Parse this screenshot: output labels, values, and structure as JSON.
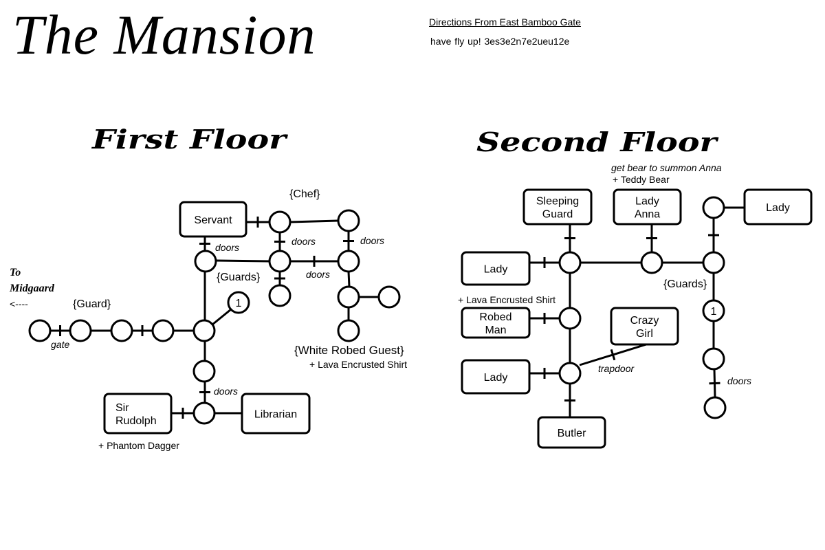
{
  "title": "The Mansion",
  "directions": {
    "heading": "Directions From East Bamboo Gate",
    "text": "have fly up!  3es3e2n7e2ueu12e"
  },
  "first_floor": {
    "title": "First Floor",
    "exit_label": [
      "To",
      "Midgaard",
      "<----"
    ],
    "rooms": [
      {
        "id": "f1",
        "label": ""
      },
      {
        "id": "f2",
        "label": ""
      },
      {
        "id": "f3",
        "label": ""
      },
      {
        "id": "f4",
        "label": ""
      },
      {
        "id": "f5",
        "label": ""
      },
      {
        "id": "f6",
        "label": "1"
      },
      {
        "id": "f7",
        "label": ""
      },
      {
        "id": "f8",
        "label": ""
      },
      {
        "id": "f9",
        "label": ""
      },
      {
        "id": "f10",
        "label": ""
      },
      {
        "id": "f11",
        "label": ""
      },
      {
        "id": "f12",
        "label": ""
      },
      {
        "id": "f13",
        "label": ""
      },
      {
        "id": "f14",
        "label": ""
      },
      {
        "id": "f15",
        "label": ""
      },
      {
        "id": "f16",
        "label": ""
      }
    ],
    "npcs": [
      {
        "id": "servant",
        "lines": [
          "Servant"
        ]
      },
      {
        "id": "rudolph",
        "lines": [
          "Sir",
          "Rudolph"
        ]
      },
      {
        "id": "librarian",
        "lines": [
          "Librarian"
        ]
      }
    ],
    "labels": {
      "guard": "{Guard}",
      "chef": "{Chef}",
      "guards": "{Guards}",
      "white_robed_guest": "{White Robed Guest}",
      "lava_shirt": "+ Lava Encrusted Shirt",
      "phantom_dagger": "+ Phantom Dagger",
      "gate": "gate",
      "doors": "doors"
    }
  },
  "second_floor": {
    "title": "Second Floor",
    "rooms": [
      {
        "id": "s1",
        "label": ""
      },
      {
        "id": "s2",
        "label": ""
      },
      {
        "id": "s3",
        "label": ""
      },
      {
        "id": "s4",
        "label": ""
      },
      {
        "id": "s5",
        "label": ""
      },
      {
        "id": "s6",
        "label": ""
      },
      {
        "id": "s7",
        "label": ""
      },
      {
        "id": "s8",
        "label": "1"
      },
      {
        "id": "s9",
        "label": ""
      },
      {
        "id": "s10",
        "label": ""
      }
    ],
    "npcs": [
      {
        "id": "sleeping_guard",
        "lines": [
          "Sleeping",
          "Guard"
        ]
      },
      {
        "id": "lady_anna",
        "lines": [
          "Lady",
          "Anna"
        ]
      },
      {
        "id": "lady_ne",
        "lines": [
          "Lady"
        ]
      },
      {
        "id": "lady_w1",
        "lines": [
          "Lady"
        ]
      },
      {
        "id": "robed_man",
        "lines": [
          "Robed",
          "Man"
        ]
      },
      {
        "id": "crazy_girl",
        "lines": [
          "Crazy",
          "Girl"
        ]
      },
      {
        "id": "lady_w2",
        "lines": [
          "Lady"
        ]
      },
      {
        "id": "butler",
        "lines": [
          "Butler"
        ]
      }
    ],
    "labels": {
      "anna_hint": "get bear to summon Anna",
      "teddy_bear": "+ Teddy Bear",
      "guards": "{Guards}",
      "lava_shirt": "+ Lava Encrusted Shirt",
      "trapdoor": "trapdoor",
      "doors": "doors"
    }
  }
}
